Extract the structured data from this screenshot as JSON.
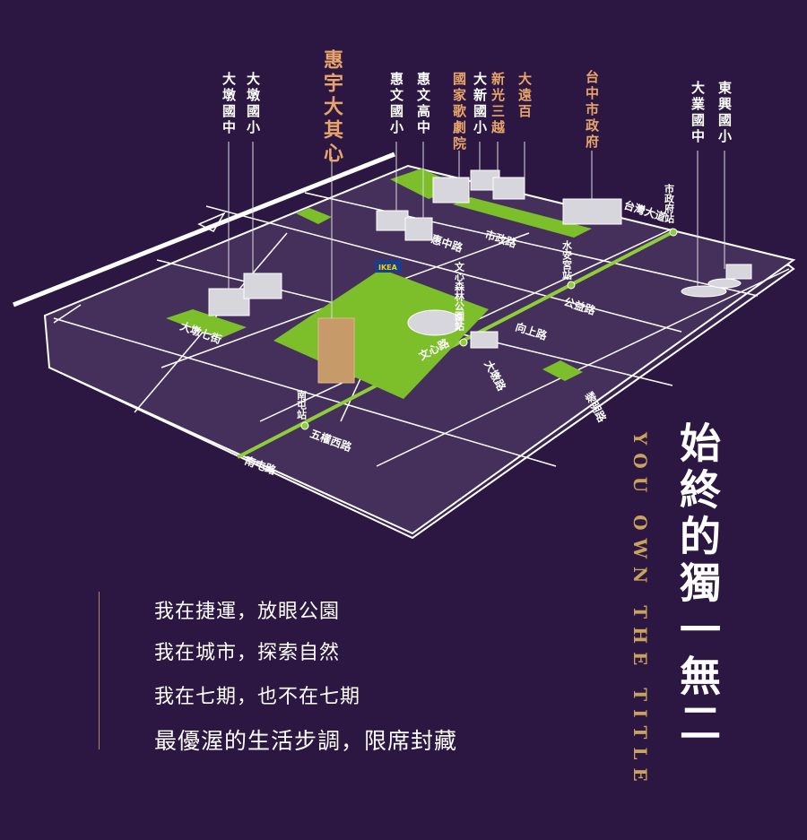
{
  "landmarks": [
    {
      "name": "大墩國中",
      "highlight": false
    },
    {
      "name": "大墩國小",
      "highlight": false
    },
    {
      "name": "惠宇大其心",
      "highlight": true
    },
    {
      "name": "惠文國小",
      "highlight": false
    },
    {
      "name": "惠文高中",
      "highlight": false
    },
    {
      "name": "國家歌劇院",
      "highlight": true
    },
    {
      "name": "大新國小",
      "highlight": false
    },
    {
      "name": "新光三越",
      "highlight": true
    },
    {
      "name": "大遠百",
      "highlight": true
    },
    {
      "name": "台中市政府",
      "highlight": true
    },
    {
      "name": "大業國中",
      "highlight": false
    },
    {
      "name": "東興國小",
      "highlight": false
    }
  ],
  "stations": [
    "南屯站",
    "文心森林公園站",
    "水安宮站",
    "市政府站"
  ],
  "roads": [
    "大墩七街",
    "市政路",
    "惠中路",
    "公益路",
    "向上路",
    "文心路",
    "大墩路",
    "五權西路",
    "南屯路",
    "黎明路",
    "台灣大道"
  ],
  "store": "IKEA",
  "title": "始終的獨一無二",
  "subtitle": "YOU OWN THE TITLE",
  "copy": [
    "我在捷運，放眼公園",
    "我在城市，探索自然",
    "我在七期，也不在七期",
    "最優渥的生活步調，限席封藏"
  ],
  "colors": {
    "background": "#2c1742",
    "plate": "#45305c",
    "park": "#7cbf2a",
    "gold": "#e8a56b",
    "metro": "#8fce3a"
  }
}
